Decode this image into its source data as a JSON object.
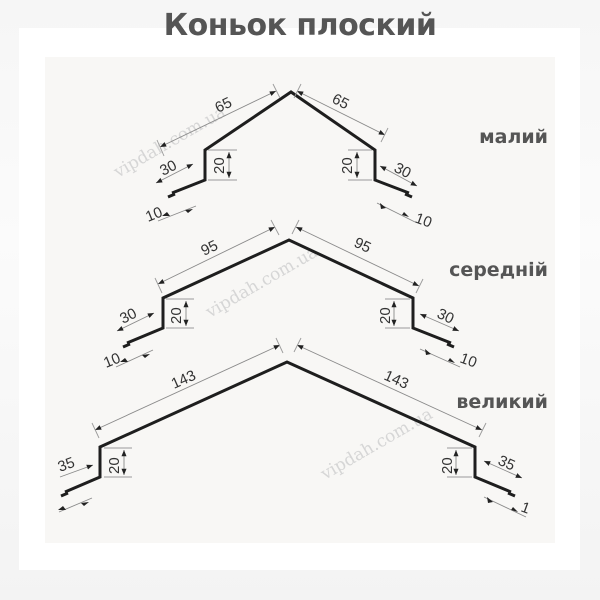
{
  "title": "Коньок плоский",
  "watermark": "vipdah.com.ua",
  "colors": {
    "profile_stroke": "#1e1e1e",
    "label_text": "#555555",
    "panel_bg": "#f8f7f5",
    "watermark": "#d6d6d6"
  },
  "profiles": [
    {
      "label": "малий",
      "dims": {
        "slope_left": "65",
        "slope_right": "65",
        "step_left": "30",
        "step_right": "30",
        "height_left": "20",
        "height_right": "20",
        "hem_left": "10",
        "hem_right": "10"
      }
    },
    {
      "label": "середній",
      "dims": {
        "slope_left": "95",
        "slope_right": "95",
        "step_left": "30",
        "step_right": "30",
        "height_left": "20",
        "height_right": "20",
        "hem_left": "10",
        "hem_right": "10"
      }
    },
    {
      "label": "великий",
      "dims": {
        "slope_left": "143",
        "slope_right": "143",
        "step_left": "35",
        "step_right": "35",
        "height_left": "20",
        "height_right": "20",
        "hem_left": "",
        "hem_right": "1"
      }
    }
  ]
}
